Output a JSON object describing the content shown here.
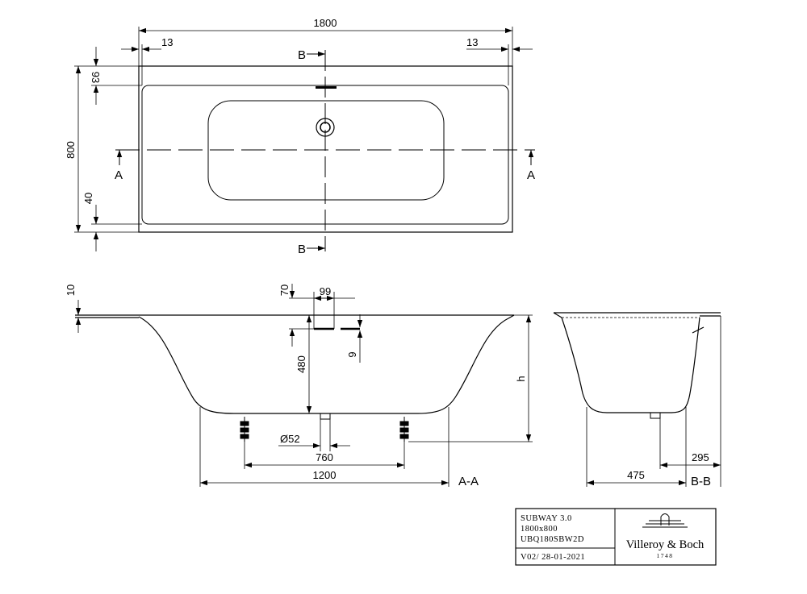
{
  "top_view": {
    "dim_length": "1800",
    "dim_rim_left": "13",
    "dim_rim_right": "13",
    "dim_width": "800",
    "dim_rim_top": "93",
    "dim_rim_bottom": "40",
    "section_b_label": "B",
    "section_a_label": "A"
  },
  "section_aa": {
    "dim_rim": "10",
    "dim_overflow": "70",
    "dim_overflow_width": "99",
    "dim_overflow_h": "9",
    "dim_depth": "480",
    "dim_height": "h",
    "dim_waste_dia": "Ø52",
    "dim_feet": "760",
    "dim_base": "1200",
    "section_label": "A-A"
  },
  "section_bb": {
    "dim_waste_offset": "295",
    "dim_base": "475",
    "section_label": "B-B"
  },
  "title_block": {
    "product_name": "SUBWAY 3.0",
    "size": "1800x800",
    "article_code": "UBQ180SBW2D",
    "revision": "V02/ 28-01-2021",
    "brand": "Villeroy & Boch",
    "founded": "1748"
  }
}
